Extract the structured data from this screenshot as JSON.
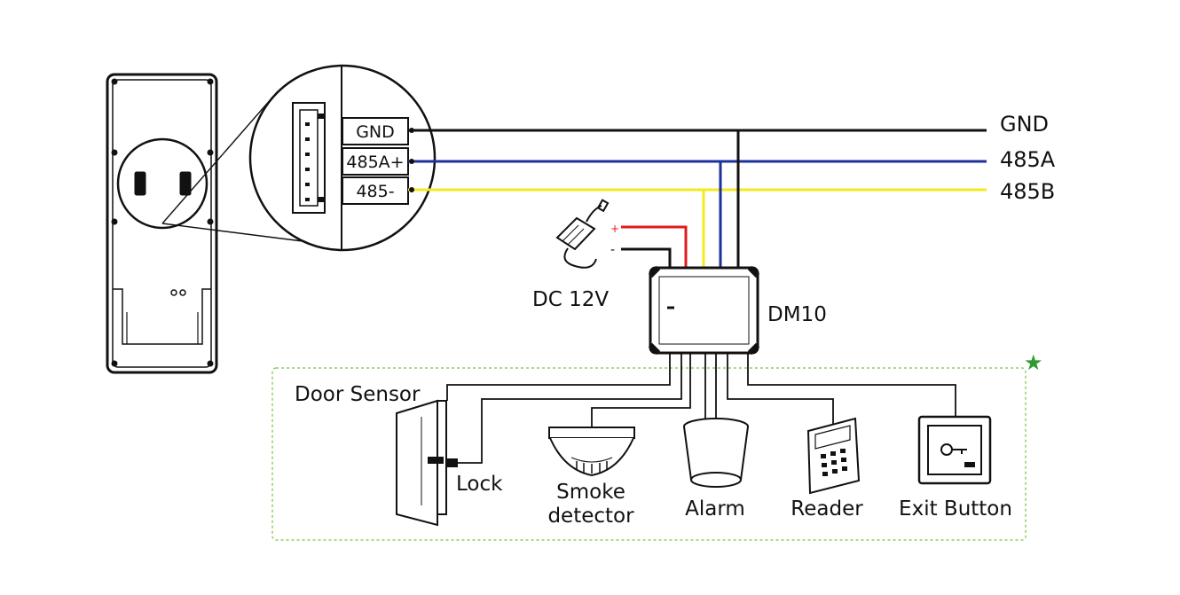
{
  "pins": [
    "GND",
    "485A+",
    "485-"
  ],
  "bus_labels": [
    "GND",
    "485A",
    "485B"
  ],
  "psu": {
    "label": "DC 12V",
    "plus": "+",
    "minus": "-"
  },
  "controller": {
    "label": "DM10"
  },
  "group": {
    "title": "Door Sensor",
    "star": "★"
  },
  "devices": {
    "lock": "Lock",
    "smoke_line1": "Smoke",
    "smoke_line2": "detector",
    "alarm": "Alarm",
    "reader": "Reader",
    "exit": "Exit Button"
  },
  "colors": {
    "gnd": "#111111",
    "rs485a": "#1f2f9c",
    "rs485b": "#f5ea1c",
    "power_plus": "#e01b1b",
    "dashed_border": "#8fd15a",
    "star": "#2f9a2f"
  }
}
